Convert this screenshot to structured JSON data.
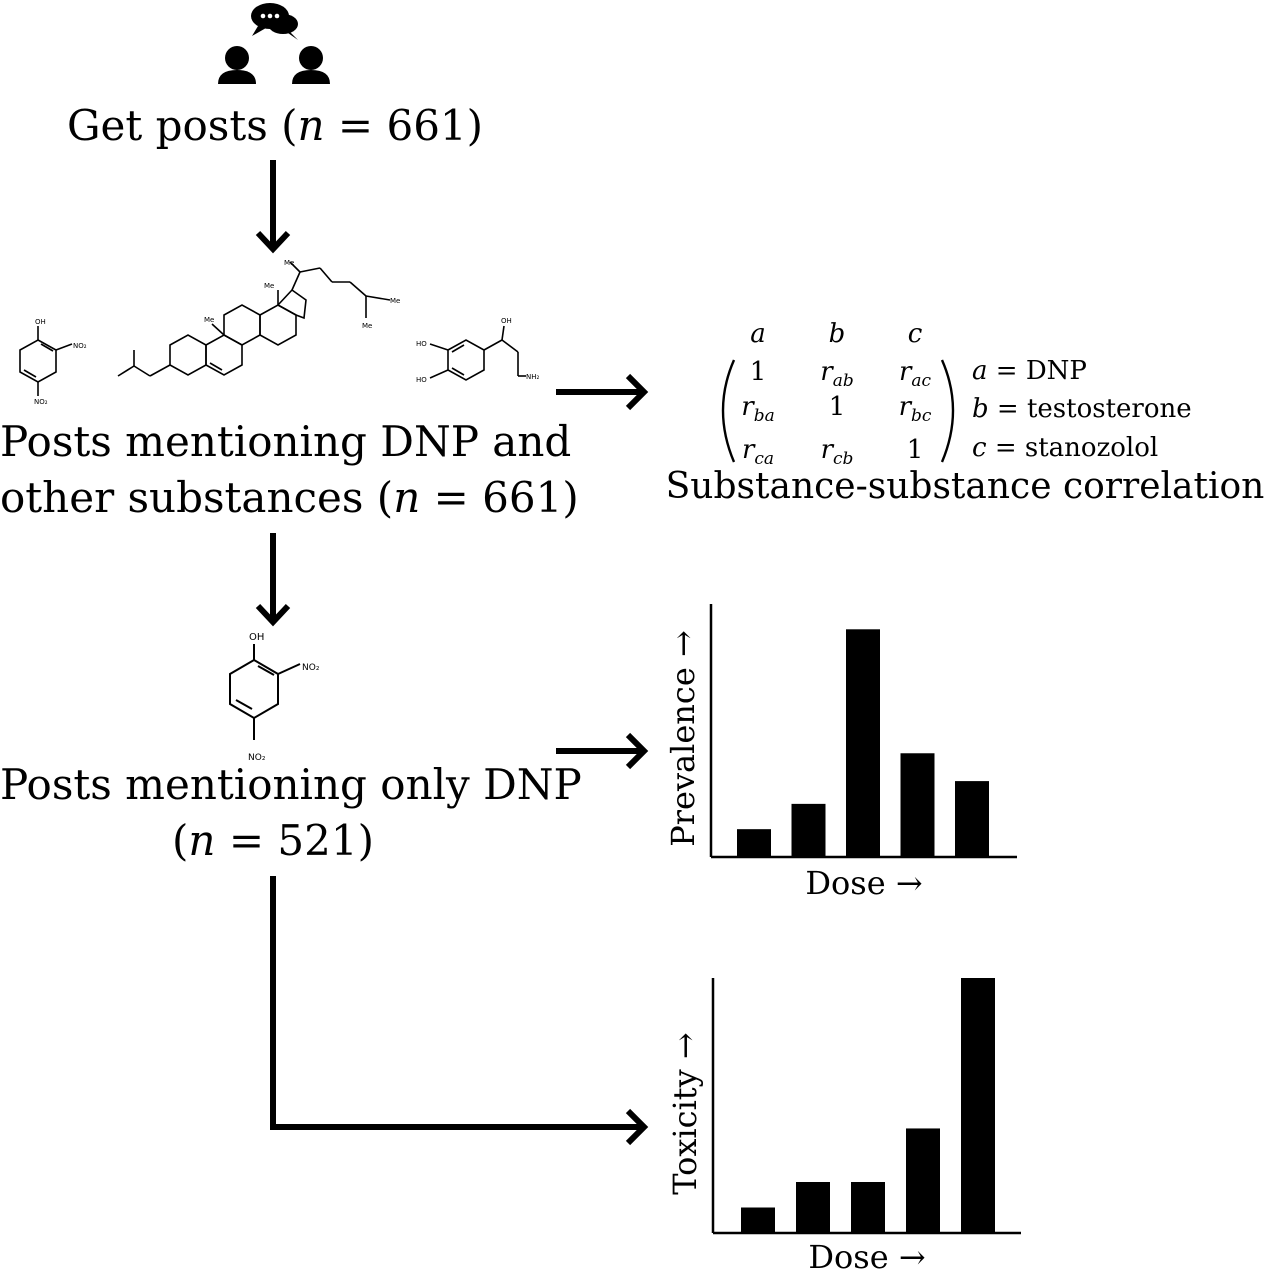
{
  "step1": {
    "text": "Get posts (",
    "n_var": "n",
    "eq": " = ",
    "n": "661",
    "close": ")"
  },
  "step2": {
    "line1": "Posts mentioning DNP and",
    "line2_text": "other substances (",
    "n_var": "n",
    "eq": " = ",
    "n": "661",
    "close": ")"
  },
  "step3": {
    "line1": "Posts mentioning only DNP",
    "open": "(",
    "n_var": "n",
    "eq": " = ",
    "n": "521",
    "close": ")"
  },
  "matrix": {
    "col_headers": [
      "a",
      "b",
      "c"
    ],
    "cells": [
      [
        "1",
        "r",
        "r"
      ],
      [
        "r",
        "1",
        "r"
      ],
      [
        "r",
        "r",
        "1"
      ]
    ],
    "subscripts": [
      [
        "",
        "ab",
        "ac"
      ],
      [
        "ba",
        "",
        "bc"
      ],
      [
        "ca",
        "cb",
        ""
      ]
    ],
    "legend": [
      {
        "var": "a",
        "eq": " = ",
        "name": "DNP"
      },
      {
        "var": "b",
        "eq": " = ",
        "name": "testosterone"
      },
      {
        "var": "c",
        "eq": " = ",
        "name": "stanozolol"
      }
    ],
    "caption": "Substance-substance correlation"
  },
  "molecule_labels": {
    "oh": "OH",
    "no2": "NO",
    "no2_sub": "2",
    "no2_small": "NO₂",
    "me": "Me",
    "ho": "HO",
    "nh2": "NH₂"
  },
  "chart_data": [
    {
      "type": "bar",
      "categories": [
        "",
        "",
        "",
        "",
        ""
      ],
      "values": [
        0.11,
        0.21,
        0.9,
        0.41,
        0.3
      ],
      "ylabel": "Prevalence →",
      "xlabel": "Dose →",
      "ylim": [
        0,
        1
      ],
      "color": "#000000"
    },
    {
      "type": "bar",
      "categories": [
        "",
        "",
        "",
        "",
        ""
      ],
      "values": [
        0.1,
        0.2,
        0.2,
        0.41,
        1.0
      ],
      "ylabel": "Toxicity →",
      "xlabel": "Dose →",
      "ylim": [
        0,
        1
      ],
      "color": "#000000"
    }
  ],
  "colors": {
    "ink": "#000000",
    "background": "#ffffff"
  },
  "icons": [
    "chat-bubbles-icon",
    "person-icon",
    "person-icon"
  ]
}
